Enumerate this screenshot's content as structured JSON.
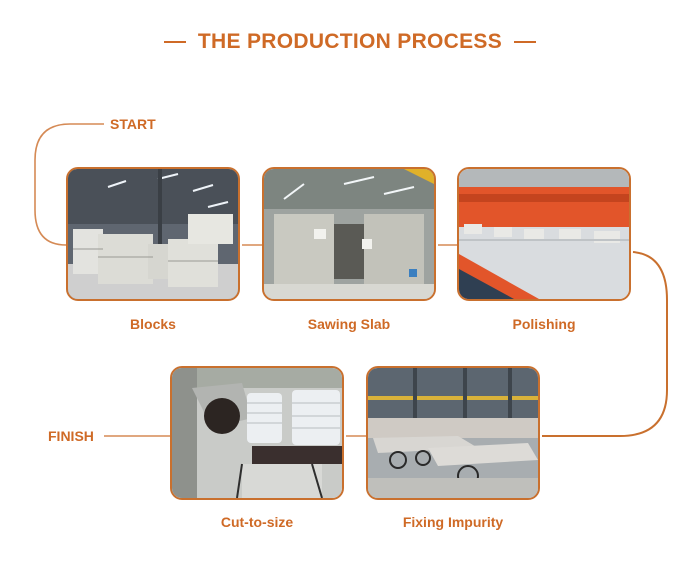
{
  "title": "THE PRODUCTION PROCESS",
  "accent_color": "#cf6a26",
  "start_label": "START",
  "finish_label": "FINISH",
  "steps": [
    {
      "label": "Blocks",
      "image": "warehouse-stone-blocks"
    },
    {
      "label": "Sawing Slab",
      "image": "gang-saw-machines-19"
    },
    {
      "label": "Polishing",
      "image": "orange-polishing-line"
    },
    {
      "label": "Fixing Impurity",
      "image": "slab-carts-in-factory"
    },
    {
      "label": "Cut-to-size",
      "image": "bridge-saw-cutting"
    }
  ]
}
